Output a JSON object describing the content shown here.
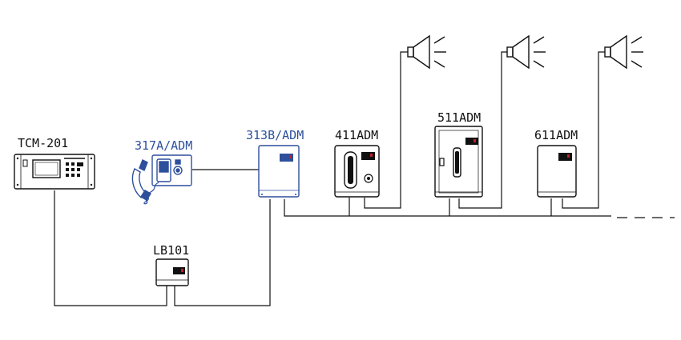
{
  "labels": {
    "tcm": "TCM-201",
    "a317": "317A/ADM",
    "b313": "313B/ADM",
    "d411": "411ADM",
    "d511": "511ADM",
    "d611": "611ADM",
    "lb101": "LB101"
  },
  "colors": {
    "line": "#111111",
    "highlight": "#2d4f9c",
    "accent": "#c0202a"
  }
}
